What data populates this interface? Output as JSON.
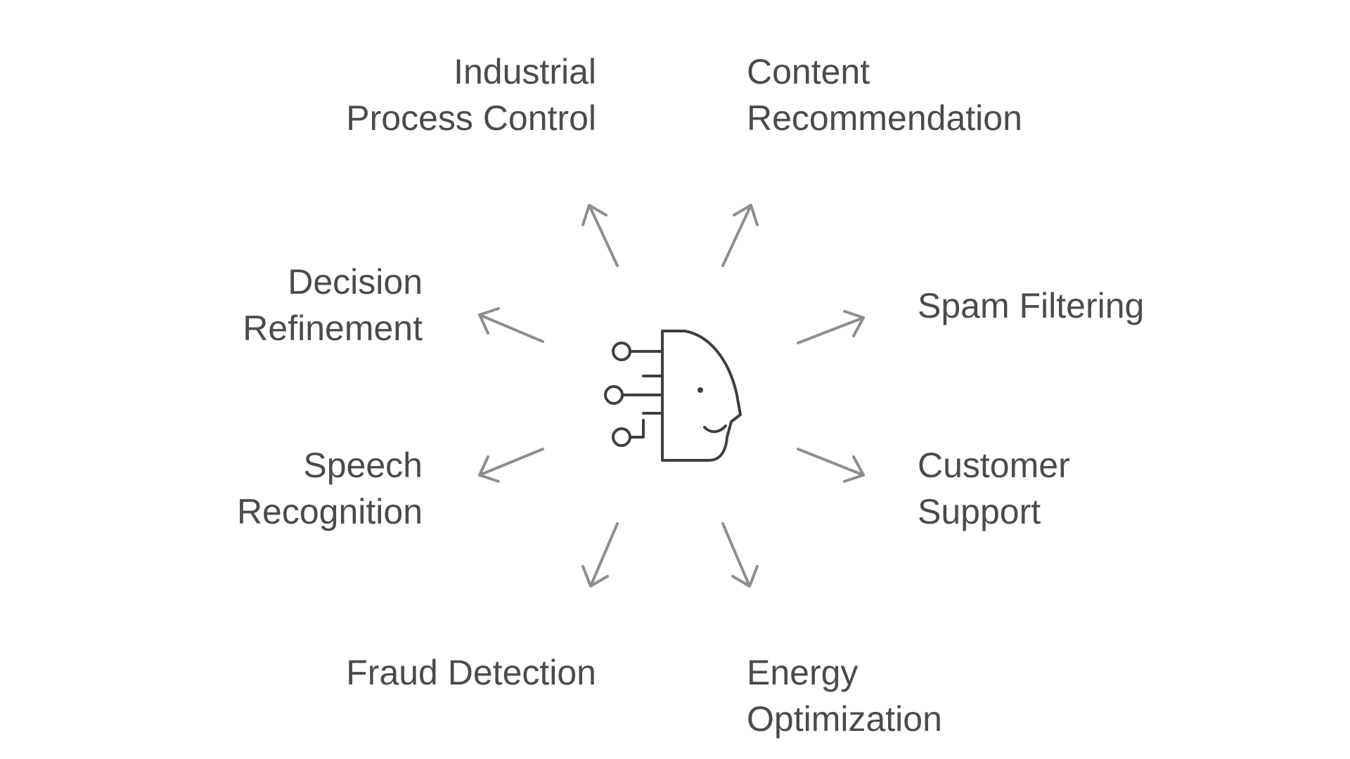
{
  "center": {
    "icon": "ai-head-circuit-icon"
  },
  "applications": {
    "industrial": {
      "lines": [
        "Industrial",
        "Process Control"
      ]
    },
    "content": {
      "lines": [
        "Content",
        "Recommendation"
      ]
    },
    "spam": {
      "lines": [
        "Spam Filtering"
      ]
    },
    "decision": {
      "lines": [
        "Decision",
        "Refinement"
      ]
    },
    "speech": {
      "lines": [
        "Speech",
        "Recognition"
      ]
    },
    "customer": {
      "lines": [
        "Customer",
        "Support"
      ]
    },
    "fraud": {
      "lines": [
        "Fraud Detection"
      ]
    },
    "energy": {
      "lines": [
        "Energy",
        "Optimization"
      ]
    }
  },
  "colors": {
    "text": "#4b4b4b",
    "arrow": "#8e8e8e",
    "icon": "#3f3f3f",
    "background": "#ffffff"
  }
}
